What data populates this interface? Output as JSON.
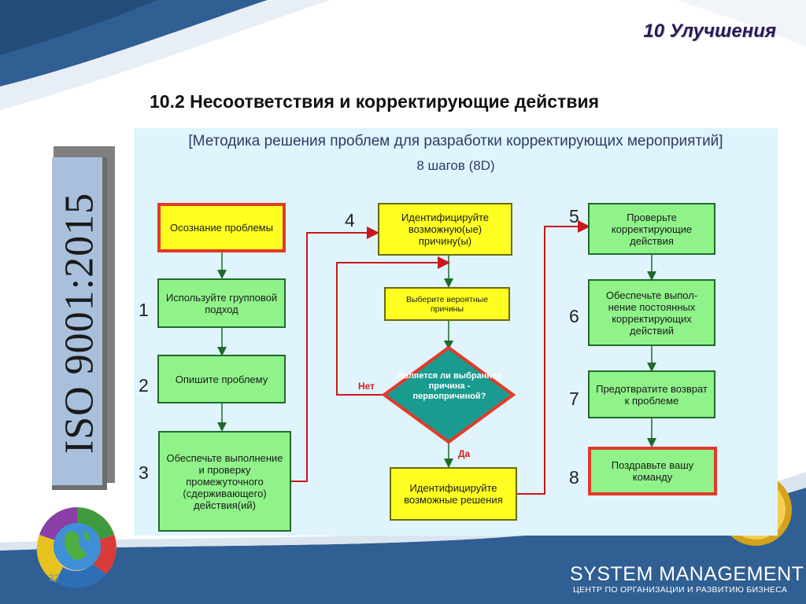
{
  "header": {
    "section": "10 Улучшения",
    "title": "10.2 Несоответствия и корректирующие действия"
  },
  "banner": {
    "text": "ISO 9001:2015"
  },
  "diagram": {
    "heading": "[Методика решения проблем для разработки корректирующих мероприятий]",
    "subheading": "8 шагов (8D)",
    "steps": {
      "awareness": "Осознание проблемы",
      "group": "Используйте групповой подход",
      "describe": "Опишите проблему",
      "contain": "Обеспечьте выполнение и проверку промежуточного (сдерживающего) действия(ий)",
      "identify_cause": "Идентифицируйте возможную(ые) причину(ы)",
      "select_causes": "Выберите вероятные причины",
      "decision": "Является ли выбранная причина - первопричиной?",
      "identify_solutions": "Идентифицируйте возможные решения",
      "verify": "Проверьте корректирующие действия",
      "implement": "Обеспечьте выпол-нение постоянных корректирующих действий",
      "prevent": "Предотвратите возврат к проблеме",
      "congratulate": "Поздравьте вашу команду"
    },
    "numbers": [
      "1",
      "2",
      "3",
      "4",
      "5",
      "6",
      "7",
      "8"
    ],
    "labels": {
      "no": "Нет",
      "yes": "Да"
    }
  },
  "footer": {
    "company": "SYSTEM MANAGEMENT",
    "tagline": "ЦЕНТР ПО ОРГАНИЗАЦИИ И РАЗВИТИЮ БИЗНЕСА",
    "page": "32"
  },
  "colors": {
    "box_green": "#8ff38a",
    "box_yellow": "#ffff22",
    "decision_fill": "#1a9b8f",
    "decision_border": "#e23a2a",
    "loop_arrow": "#c8181c",
    "flow_arrow": "#1f6b2a"
  }
}
